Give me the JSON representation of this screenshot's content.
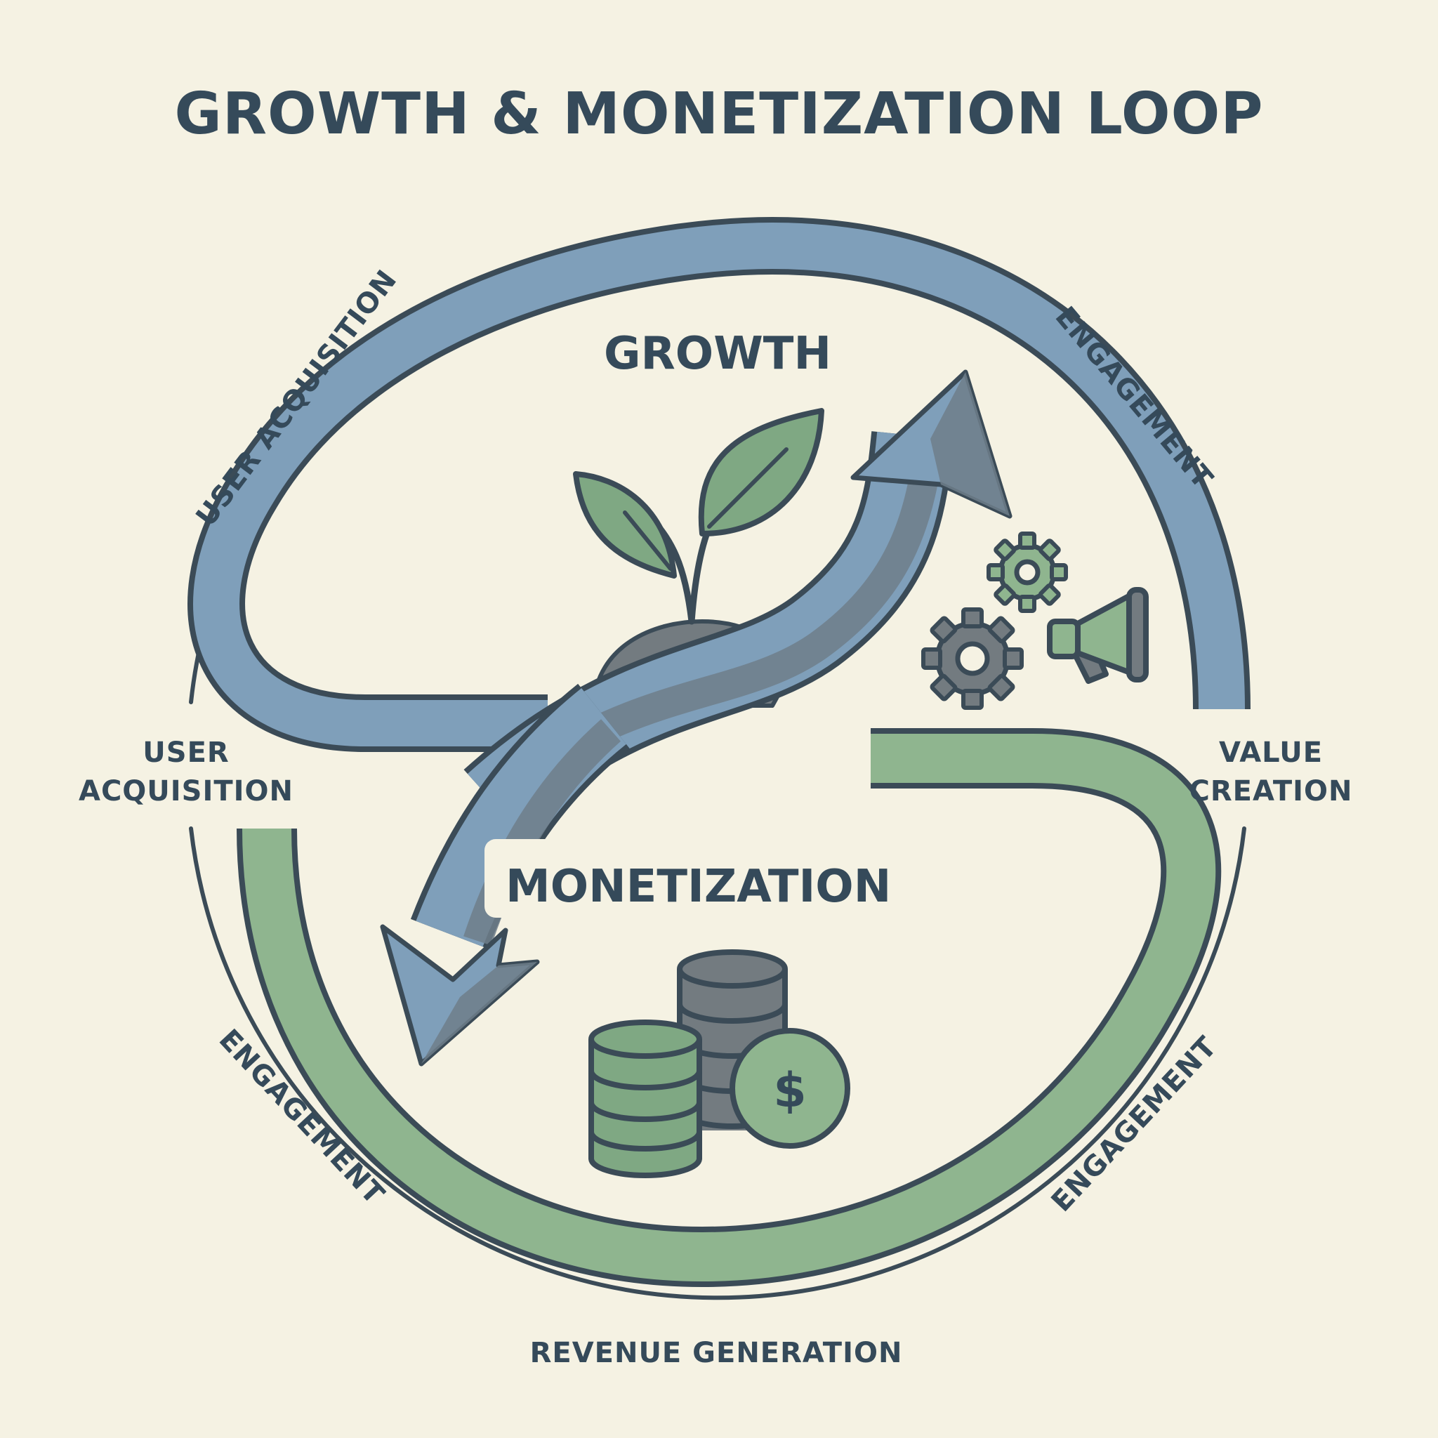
{
  "title": "GROWTH & MONETIZATION LOOP",
  "sections": {
    "growth": "GROWTH",
    "monetization": "MONETIZATION"
  },
  "labels": {
    "user_acquisition_arc": "USER ACQUISITION",
    "engagement_top_right": "ENGAGEMENT",
    "user_acquisition_left_line1": "USER",
    "user_acquisition_left_line2": "ACQUISITION",
    "value_creation_line1": "VALUE",
    "value_creation_line2": "CREATION",
    "engagement_bottom_left": "ENGAGEMENT",
    "engagement_bottom_right": "ENGAGEMENT",
    "revenue_generation": "REVENUE GENERATION"
  },
  "icons": {
    "plant": "sprout-icon",
    "gears": "gears-icon",
    "megaphone": "megaphone-icon",
    "coins": "coin-stack-icon",
    "dollar_coin": "dollar-coin-icon",
    "dollar_symbol": "$"
  },
  "colors": {
    "background": "#f5f2e3",
    "outline": "#3b4b57",
    "growth_blue": "#7f9fba",
    "arrow_gray": "#6f7e8a",
    "monetization_green": "#8fb58f",
    "leaf_green": "#7fa883",
    "soil_gray": "#737b80"
  }
}
